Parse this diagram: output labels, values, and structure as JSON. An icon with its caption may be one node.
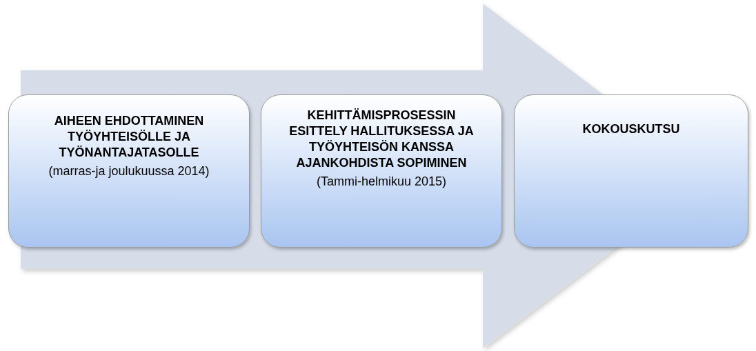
{
  "diagram": {
    "nodes": [
      {
        "text": [
          "AIHEEN EHDOTTAMINEN TYÖYHTEISÖLLE JA TYÖNANTAJATASOLLE",
          "(marras-ja joulukuussa 2014)"
        ]
      },
      {
        "text": [
          "KEHITTÄMISPROSESSIN ESITTELY HALLITUKSESSA JA TYÖYHTEISÖN KANSSA AJANKOHDISTA SOPIMINEN",
          "(Tammi-helmikuu 2015)"
        ]
      },
      {
        "text": [
          "KOKOUSKUTSU"
        ]
      }
    ],
    "edges": [
      {
        "from": 0,
        "to": 2,
        "arrow": "to"
      }
    ]
  }
}
